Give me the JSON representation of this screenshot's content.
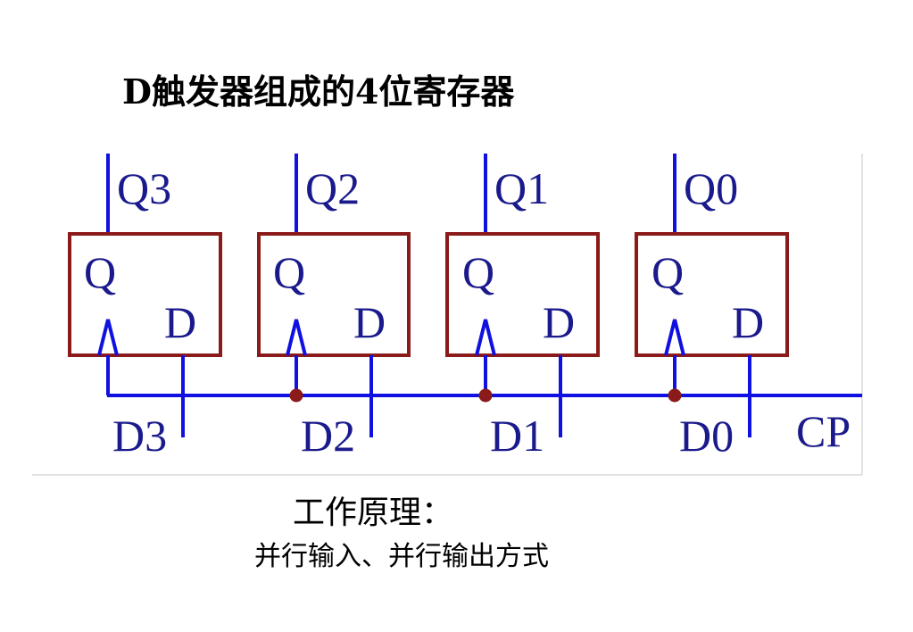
{
  "title": "D触发器组成的4位寄存器",
  "principle_heading": "工作原理：",
  "principle_text": "并行输入、并行输出方式",
  "colors": {
    "wire": "#1010e0",
    "box": "#8b1a1a",
    "junction": "#8b1a1a",
    "label": "#1a1a8c"
  },
  "flip_flops": [
    {
      "output_label": "Q3",
      "q_label": "Q",
      "d_label": "D",
      "input_label": "D3"
    },
    {
      "output_label": "Q2",
      "q_label": "Q",
      "d_label": "D",
      "input_label": "D2"
    },
    {
      "output_label": "Q1",
      "q_label": "Q",
      "d_label": "D",
      "input_label": "D1"
    },
    {
      "output_label": "Q0",
      "q_label": "Q",
      "d_label": "D",
      "input_label": "D0"
    }
  ],
  "clock_label": "CP"
}
